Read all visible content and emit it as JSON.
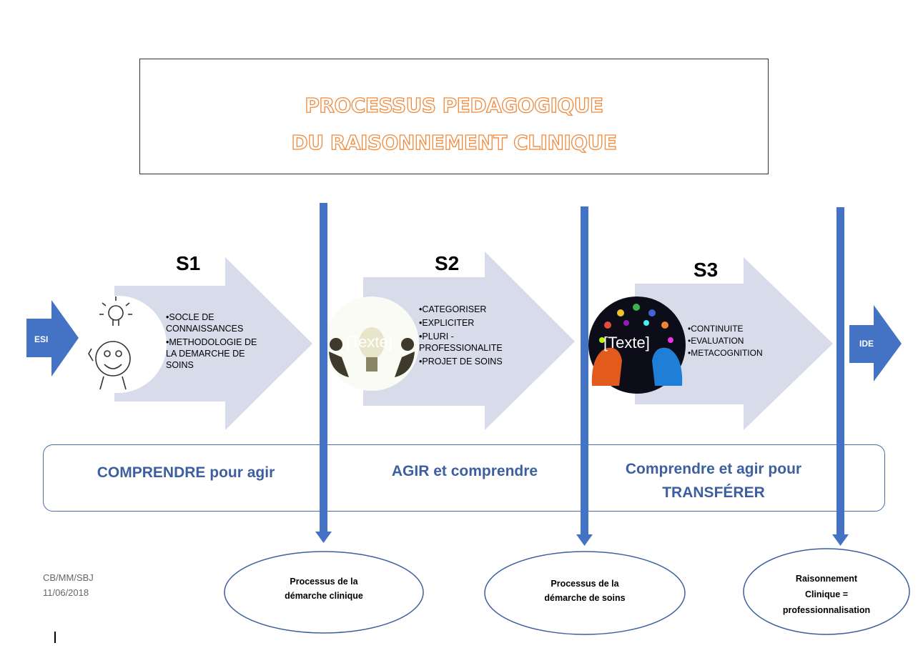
{
  "title": {
    "line1": "PROCESSUS PEDAGOGIQUE",
    "line2": "DU RAISONNEMENT CLINIQUE"
  },
  "start_label": "ESI",
  "end_label": "IDE",
  "steps": [
    {
      "label": "S1",
      "bullets": [
        "•SOCLE DE CONNAISSANCES",
        "•METHODOLOGIE DE LA DEMARCHE DE SOINS"
      ]
    },
    {
      "label": "S2",
      "image_text": "[Texte]",
      "bullets": [
        "•CATEGORISER",
        "•EXPLICITER",
        "•PLURI - PROFESSIONALITE",
        "•PROJET DE SOINS"
      ]
    },
    {
      "label": "S3",
      "image_text": "[Texte]",
      "bullets": [
        "•CONTINUITE",
        "•EVALUATION",
        "•METACOGNITION"
      ]
    }
  ],
  "stages": [
    {
      "text": "COMPRENDRE pour agir"
    },
    {
      "text": "AGIR et comprendre"
    },
    {
      "line1": "Comprendre et agir pour",
      "line2": "TRANSFÉRER"
    }
  ],
  "outcomes": [
    {
      "line1": "Processus de la",
      "line2": "démarche clinique"
    },
    {
      "line1": "Processus de la",
      "line2": "démarche de soins"
    },
    {
      "line1": "Raisonnement",
      "line2": "Clinique =",
      "line3": "professionnalisation"
    }
  ],
  "footer": {
    "authors": "CB/MM/SBJ",
    "date": "11/06/2018"
  },
  "colors": {
    "arrow_fill": "#d7dbea",
    "accent_blue": "#4472c4",
    "title_orange": "#f08a3c",
    "stage_text": "#3d5fa0"
  }
}
